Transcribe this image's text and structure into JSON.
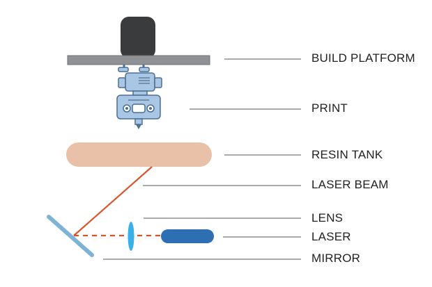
{
  "labels": {
    "build_platform": "BUILD PLATFORM",
    "print": "PRINT",
    "resin_tank": "RESIN TANK",
    "laser_beam": "LASER BEAM",
    "lens": "LENS",
    "laser": "LASER",
    "mirror": "MIRROR"
  },
  "colors": {
    "platform": "#8f9194",
    "print_part": "#3a3b3d",
    "resin_tank": "#e9c1a8",
    "laser_beam": "#d9532c",
    "lens": "#3ab0e6",
    "laser": "#2e6fb3",
    "mirror": "#7fb3d6",
    "leader_line": "#555555",
    "robot_body": "#a9c6e4",
    "robot_outline": "#4a6f91"
  }
}
